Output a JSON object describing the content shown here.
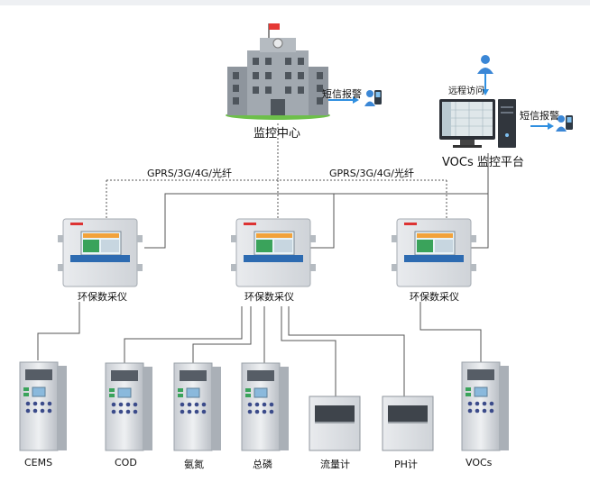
{
  "center": {
    "label": "监控中心",
    "sms_label": "短信报警"
  },
  "platform": {
    "label": "VOCs 监控平台",
    "remote_label": "远程访问",
    "sms_label": "短信报警"
  },
  "links": {
    "left": "GPRS/3G/4G/光纤",
    "right": "GPRS/3G/4G/光纤"
  },
  "collectors": [
    {
      "label": "环保数采仪"
    },
    {
      "label": "环保数采仪"
    },
    {
      "label": "环保数采仪"
    }
  ],
  "analyzers": [
    {
      "label": "CEMS"
    },
    {
      "label": "COD"
    },
    {
      "label": "氨氮"
    },
    {
      "label": "总磷"
    },
    {
      "label": "流量计"
    },
    {
      "label": "PH计"
    },
    {
      "label": "VOCs"
    }
  ],
  "colors": {
    "line": "#555555",
    "device_body": "#dcdfe4",
    "screen": "#f2a23a",
    "status_green": "#3aa35b",
    "building": "#9aa1a8"
  }
}
